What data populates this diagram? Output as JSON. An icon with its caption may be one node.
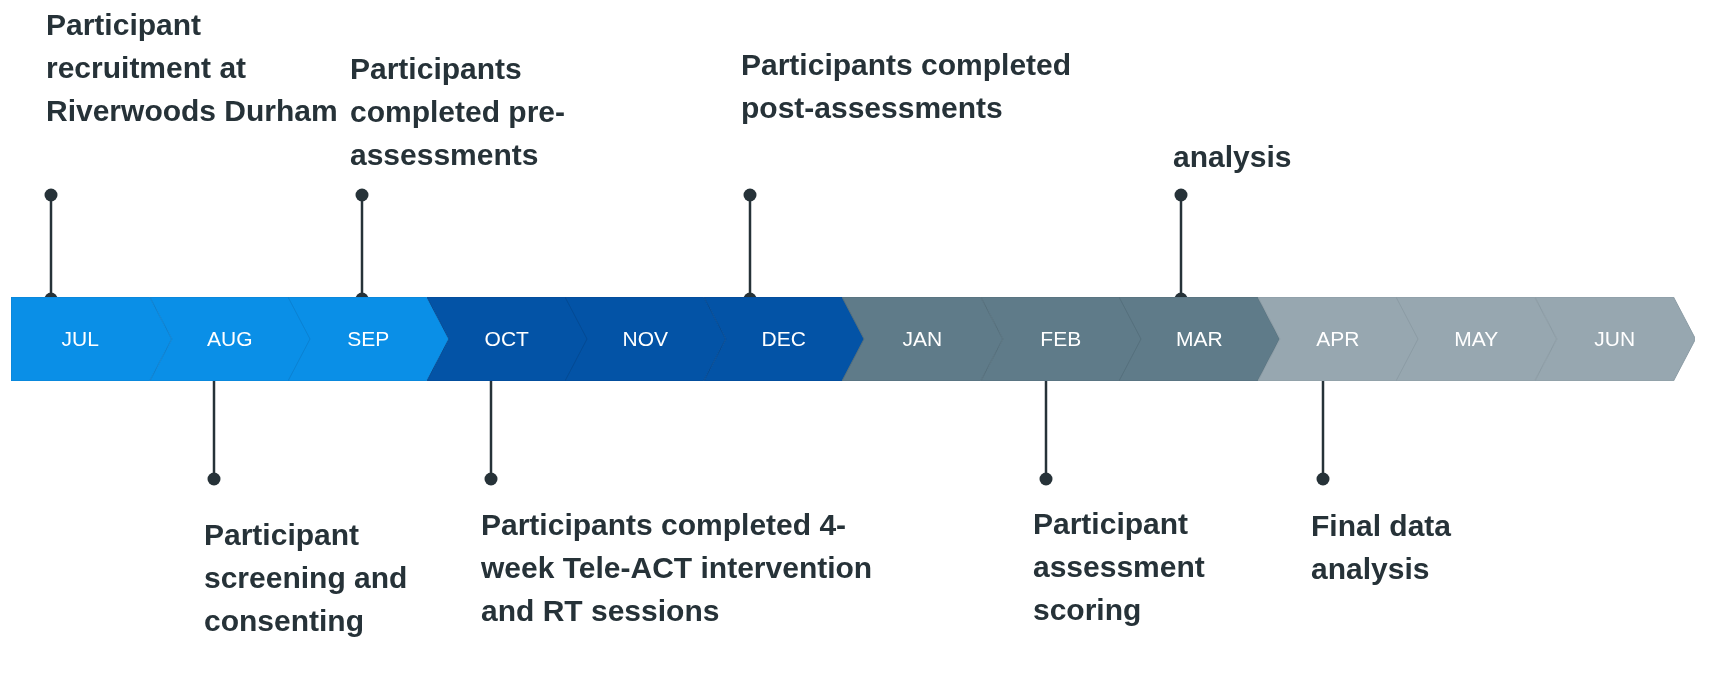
{
  "diagram": {
    "nodes": [
      {
        "text": [
          "JUL"
        ]
      },
      {
        "text": [
          "AUG"
        ]
      },
      {
        "text": [
          "SEP"
        ]
      },
      {
        "text": [
          "OCT"
        ]
      },
      {
        "text": [
          "NOV"
        ]
      },
      {
        "text": [
          "DEC"
        ]
      },
      {
        "text": [
          "JAN"
        ]
      },
      {
        "text": [
          "FEB"
        ]
      },
      {
        "text": [
          "MAR"
        ]
      },
      {
        "text": [
          "APR"
        ]
      },
      {
        "text": [
          "MAY"
        ]
      },
      {
        "text": [
          "JUN"
        ]
      },
      {
        "text": [
          "Participant recruitment at Riverwoods Durham"
        ]
      },
      {
        "text": [
          "Participants completed pre-assessments"
        ]
      },
      {
        "text": [
          "Participants completed post-assessments"
        ]
      },
      {
        "text": [
          "analysis"
        ]
      },
      {
        "text": [
          "Participant screening and consenting"
        ]
      },
      {
        "text": [
          "Participants completed 4-week Tele-ACT intervention and RT sessions"
        ]
      },
      {
        "text": [
          "Participant assessment scoring"
        ]
      },
      {
        "text": [
          "Final data analysis"
        ]
      }
    ],
    "edges": [
      {
        "from": 12,
        "to": 0,
        "arrow": "other"
      },
      {
        "from": 13,
        "to": 2,
        "arrow": "other"
      },
      {
        "from": 14,
        "to": 5,
        "arrow": "other"
      },
      {
        "from": 15,
        "to": 8,
        "arrow": "other"
      },
      {
        "from": 16,
        "to": 1,
        "arrow": "other"
      },
      {
        "from": 17,
        "to": 3,
        "arrow": "other"
      },
      {
        "from": 18,
        "to": 7,
        "arrow": "other"
      },
      {
        "from": 19,
        "to": 9,
        "arrow": "other"
      }
    ]
  }
}
